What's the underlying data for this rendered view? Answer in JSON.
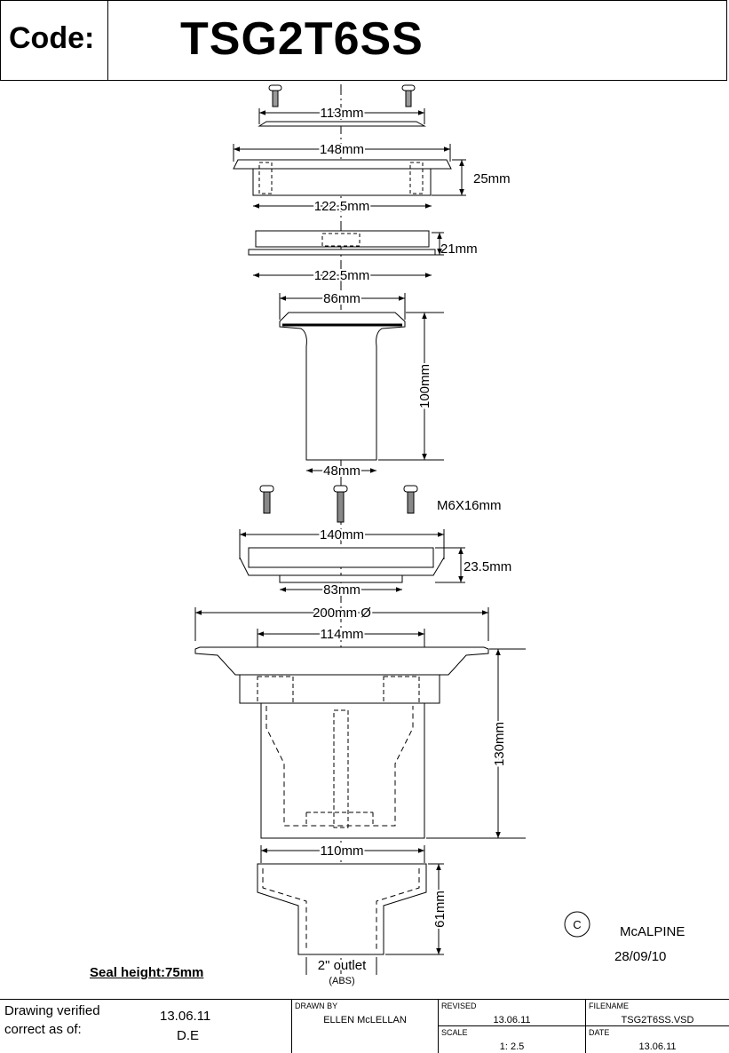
{
  "header": {
    "code_label": "Code:",
    "code_value": "TSG2T6SS"
  },
  "dimensions": {
    "d113": "113mm",
    "d148": "148mm",
    "d25": "25mm",
    "d122a": "122.5mm",
    "d21": "21mm",
    "d122b": "122.5mm",
    "d86": "86mm",
    "d100": "100mm",
    "d48": "48mm",
    "screw_spec": "M6X16mm",
    "d140": "140mm",
    "d23": "23.5mm",
    "d83": "83mm",
    "d200": "200mm Ø",
    "d114": "114mm",
    "d130": "130mm",
    "d110": "110mm",
    "d61": "61mm",
    "outlet": "2\" outlet",
    "outlet_material": "(ABS)"
  },
  "copyright": {
    "symbol": "C",
    "company": "McALPINE",
    "date": "28/09/10"
  },
  "seal_height": "Seal height:75mm",
  "title_block": {
    "verified_label_1": "Drawing verified",
    "verified_label_2": "correct as of:",
    "verified_date": "13.06.11",
    "verified_initials": "D.E",
    "drawn_by_label": "DRAWN BY",
    "drawn_by": "ELLEN McLELLAN",
    "revised_label": "REVISED",
    "revised": "13.06.11",
    "scale_label": "SCALE",
    "scale": "1: 2.5",
    "filename_label": "FILENAME",
    "filename": "TSG2T6SS.VSD",
    "date_label": "DATE",
    "date": "13.06.11"
  }
}
